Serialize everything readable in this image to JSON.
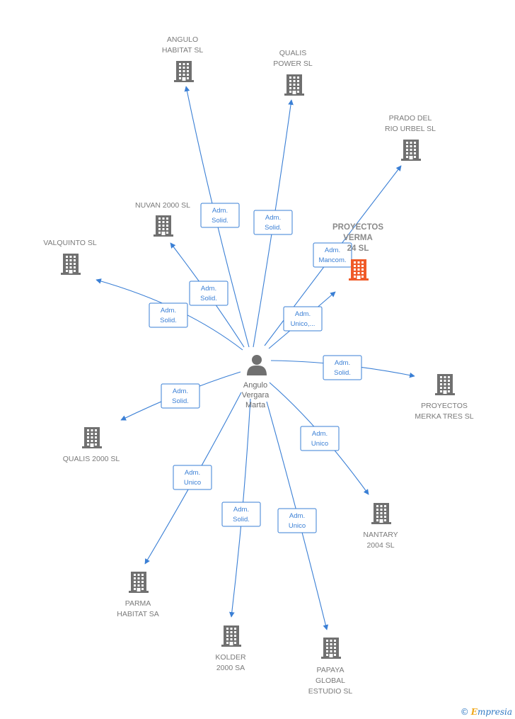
{
  "center": {
    "label": [
      "Angulo",
      "Vergara",
      "Marta"
    ]
  },
  "companies": [
    {
      "id": "angulo-habitat",
      "label": [
        "ANGULO",
        "HABITAT SL"
      ]
    },
    {
      "id": "qualis-power",
      "label": [
        "QUALIS",
        "POWER SL"
      ]
    },
    {
      "id": "prado-del-rio",
      "label": [
        "PRADO DEL",
        "RIO URBEL  SL"
      ]
    },
    {
      "id": "proyectos-verma",
      "label": [
        "PROYECTOS",
        "VERMA",
        "24  SL"
      ],
      "highlight": true
    },
    {
      "id": "nuvan-2000",
      "label": [
        "NUVAN 2000 SL"
      ]
    },
    {
      "id": "valquinto",
      "label": [
        "VALQUINTO SL"
      ]
    },
    {
      "id": "proyectos-merka",
      "label": [
        "PROYECTOS",
        "MERKA TRES SL"
      ]
    },
    {
      "id": "qualis-2000",
      "label": [
        "QUALIS 2000 SL"
      ]
    },
    {
      "id": "nantary",
      "label": [
        "NANTARY",
        "2004  SL"
      ]
    },
    {
      "id": "parma-habitat",
      "label": [
        "PARMA",
        "HABITAT SA"
      ]
    },
    {
      "id": "kolder-2000",
      "label": [
        "KOLDER",
        "2000 SA"
      ]
    },
    {
      "id": "papaya-global",
      "label": [
        "PAPAYA",
        "GLOBAL",
        "ESTUDIO  SL"
      ]
    }
  ],
  "edges": [
    {
      "target": "angulo-habitat",
      "role": [
        "Adm.",
        "Solid."
      ]
    },
    {
      "target": "qualis-power",
      "role": [
        "Adm.",
        "Solid."
      ]
    },
    {
      "target": "prado-del-rio",
      "role": [
        "Adm.",
        "Mancom."
      ]
    },
    {
      "target": "proyectos-verma",
      "role": [
        "Adm.",
        "Unico,..."
      ]
    },
    {
      "target": "nuvan-2000",
      "role": [
        "Adm.",
        "Solid."
      ]
    },
    {
      "target": "valquinto",
      "role": [
        "Adm.",
        "Solid."
      ]
    },
    {
      "target": "proyectos-merka",
      "role": [
        "Adm.",
        "Solid."
      ]
    },
    {
      "target": "qualis-2000",
      "role": [
        "Adm.",
        "Solid."
      ]
    },
    {
      "target": "nantary",
      "role": [
        "Adm.",
        "Unico"
      ]
    },
    {
      "target": "parma-habitat",
      "role": [
        "Adm.",
        "Unico"
      ]
    },
    {
      "target": "kolder-2000",
      "role": [
        "Adm.",
        "Solid."
      ]
    },
    {
      "target": "papaya-global",
      "role": [
        "Adm.",
        "Unico"
      ]
    }
  ],
  "colors": {
    "edge": "#3a7fd5",
    "building": "#707070",
    "highlight_building": "#f05a28"
  },
  "brand": {
    "symbol": "©",
    "initial": "E",
    "rest": "mpresia"
  }
}
